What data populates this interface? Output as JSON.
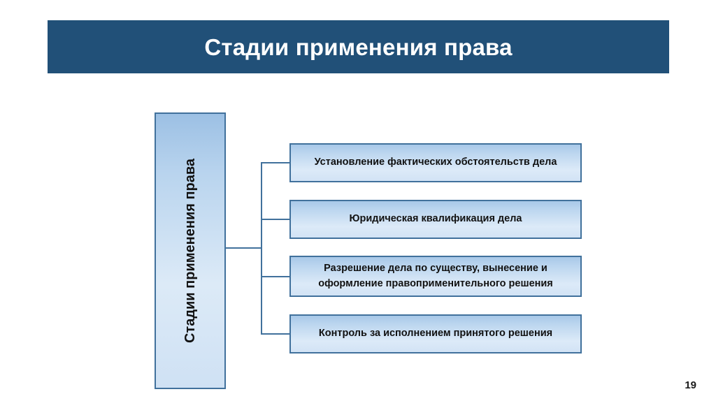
{
  "slide": {
    "title": "Стадии применения права",
    "page_number": "19",
    "accent_color": "#215078",
    "node_border_color": "#41719C",
    "node_fill_light": "#DCEAF7",
    "node_fill_dark": "#A8C8E8",
    "background_color": "#FFFFFF"
  },
  "diagram": {
    "type": "hierarchy",
    "root": {
      "label": "Стадии применения права",
      "orientation": "vertical-bottom-to-top"
    },
    "nodes": [
      {
        "label": "Установление фактических обстоятельств дела"
      },
      {
        "label": "Юридическая квалификация дела"
      },
      {
        "label": "Разрешение дела по существу, вынесение и оформление правоприменительного решения"
      },
      {
        "label": "Контроль за исполнением принятого решения"
      }
    ]
  }
}
